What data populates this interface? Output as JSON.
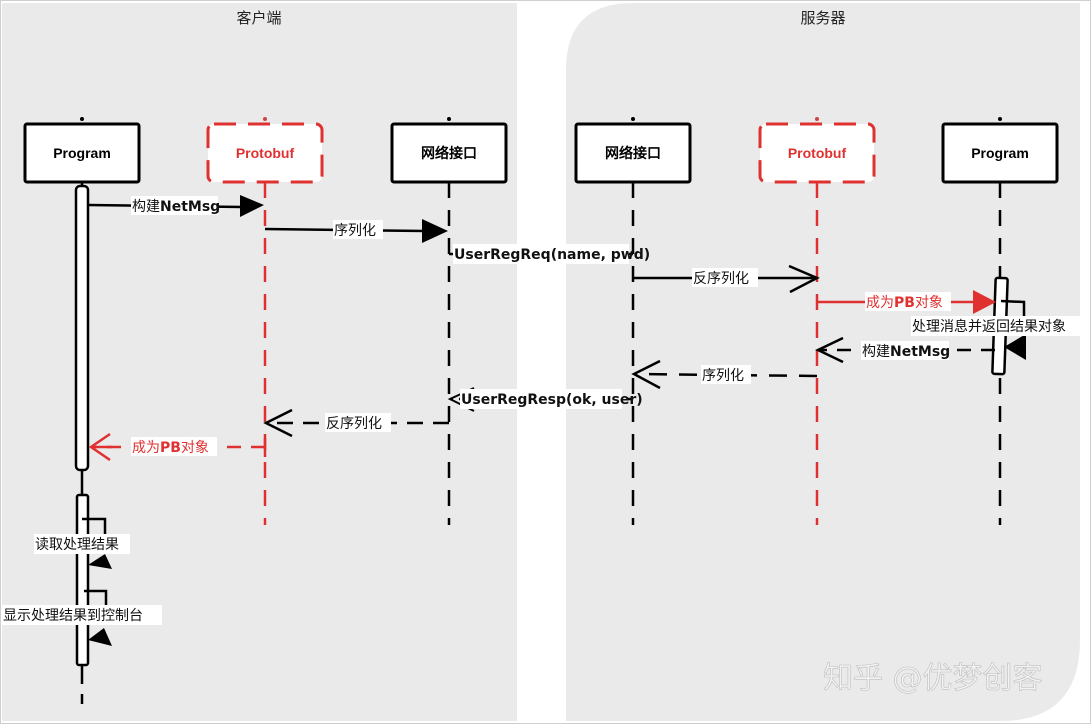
{
  "colors": {
    "pane_bg": "#eaeaea",
    "ink": "#000000",
    "accent_red": "#e03131",
    "box_fill": "#ffffff"
  },
  "panes": {
    "client": {
      "title": "客户端"
    },
    "server": {
      "title": "服务器"
    }
  },
  "actors": [
    {
      "id": "client-program",
      "label": "Program",
      "style": "solid",
      "color": "ink"
    },
    {
      "id": "client-protobuf",
      "label": "Protobuf",
      "style": "dashed",
      "color": "accent_red"
    },
    {
      "id": "client-network",
      "label": "网络接口",
      "style": "solid",
      "color": "ink"
    },
    {
      "id": "server-network",
      "label": "网络接口",
      "style": "solid",
      "color": "ink"
    },
    {
      "id": "server-protobuf",
      "label": "Protobuf",
      "style": "dashed",
      "color": "accent_red"
    },
    {
      "id": "server-program",
      "label": "Program",
      "style": "solid",
      "color": "ink"
    }
  ],
  "messages": [
    {
      "id": "build-netmsg-client",
      "from": "client-program",
      "to": "client-protobuf",
      "label_prefix": "构建",
      "label_bold": "NetMsg",
      "line": "solid",
      "arrow": "filled",
      "color": "ink"
    },
    {
      "id": "serialize-client",
      "from": "client-protobuf",
      "to": "client-network",
      "label_prefix": "序列化",
      "label_bold": "",
      "line": "solid",
      "arrow": "filled",
      "color": "ink"
    },
    {
      "id": "user-reg-req",
      "from": "client-network",
      "to": "server-network",
      "label_prefix": "",
      "label_bold": "UserRegReq(name, pwd)",
      "line": "dashed",
      "arrow": "open",
      "color": "ink"
    },
    {
      "id": "deserialize-server",
      "from": "server-network",
      "to": "server-protobuf",
      "label_prefix": "反序列化",
      "label_bold": "",
      "line": "solid",
      "arrow": "open",
      "color": "ink"
    },
    {
      "id": "to-pb-object-server",
      "from": "server-protobuf",
      "to": "server-program",
      "label_prefix": "成为",
      "label_bold": "PB",
      "label_suffix": "对象",
      "line": "solid",
      "arrow": "filled",
      "color": "accent_red"
    },
    {
      "id": "process-message",
      "from": "server-program",
      "to": "server-program",
      "label_prefix": "处理消息并返回结果对象",
      "label_bold": "",
      "line": "solid",
      "arrow": "filled",
      "color": "ink"
    },
    {
      "id": "build-netmsg-server",
      "from": "server-program",
      "to": "server-protobuf",
      "label_prefix": "构建",
      "label_bold": "NetMsg",
      "line": "dashed",
      "arrow": "open",
      "color": "ink"
    },
    {
      "id": "serialize-server",
      "from": "server-protobuf",
      "to": "server-network",
      "label_prefix": "序列化",
      "label_bold": "",
      "line": "dashed",
      "arrow": "open",
      "color": "ink"
    },
    {
      "id": "user-reg-resp",
      "from": "server-network",
      "to": "client-network",
      "label_prefix": "",
      "label_bold": "UserRegResp(ok, user)",
      "line": "dashed",
      "arrow": "open",
      "color": "ink"
    },
    {
      "id": "deserialize-client",
      "from": "client-network",
      "to": "client-protobuf",
      "label_prefix": "反序列化",
      "label_bold": "",
      "line": "dashed",
      "arrow": "open",
      "color": "ink"
    },
    {
      "id": "to-pb-object-client",
      "from": "client-protobuf",
      "to": "client-program",
      "label_prefix": "成为",
      "label_bold": "PB",
      "label_suffix": "对象",
      "line": "dashed",
      "arrow": "open",
      "color": "accent_red"
    },
    {
      "id": "read-result",
      "from": "client-program",
      "to": "client-program",
      "label_prefix": "读取处理结果",
      "label_bold": "",
      "line": "solid",
      "arrow": "filled",
      "color": "ink"
    },
    {
      "id": "show-result",
      "from": "client-program",
      "to": "client-program",
      "label_prefix": "显示处理结果到控制台",
      "label_bold": "",
      "line": "solid",
      "arrow": "filled",
      "color": "ink"
    }
  ],
  "watermark": "知乎 @优梦创客"
}
